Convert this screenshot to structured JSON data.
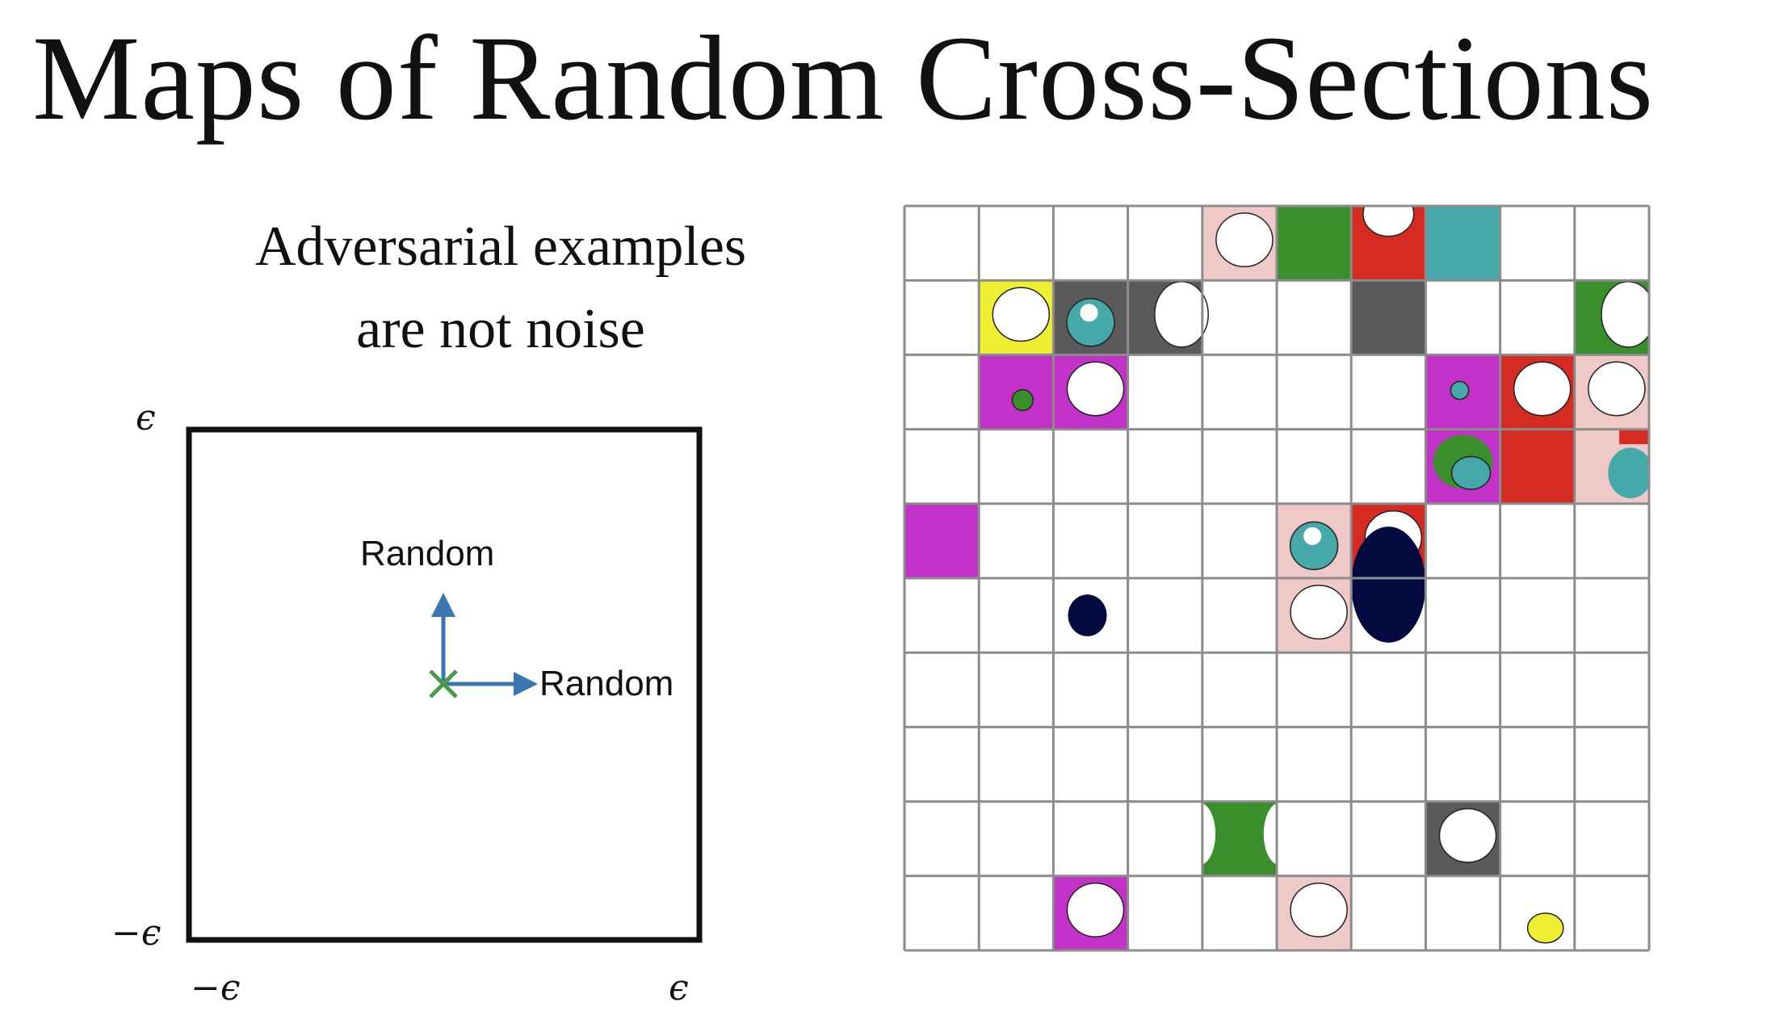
{
  "title": "Maps of Random Cross-Sections",
  "subtitle": {
    "line1": "Adversarial examples",
    "line2": "are not noise"
  },
  "left_plot": {
    "axis_labels": {
      "top_left": "ϵ",
      "bottom_left": "−ϵ",
      "bottom_x_left": "−ϵ",
      "bottom_x_right": "ϵ"
    },
    "arrow_vertical_label": "Random",
    "arrow_horizontal_label": "Random",
    "arrow_color": "#3a76b0",
    "origin_marker_color": "#4a9a4a"
  },
  "grid": {
    "rows": 10,
    "cols": 10,
    "line_color": "#8c8c8c",
    "colors": {
      "green": "#3a8f2c",
      "red": "#d42b22",
      "teal": "#45a9a9",
      "yellow": "#eeee33",
      "gray": "#5a5a5a",
      "magenta": "#c232c8",
      "pink": "#efc8c8",
      "navy": "#050a40"
    },
    "filled_cells": [
      {
        "r": 0,
        "c": 4,
        "fill": "pink",
        "blob": "white"
      },
      {
        "r": 0,
        "c": 5,
        "fill": "green"
      },
      {
        "r": 0,
        "c": 6,
        "fill": "red",
        "blob": "white-top"
      },
      {
        "r": 0,
        "c": 7,
        "fill": "teal"
      },
      {
        "r": 1,
        "c": 1,
        "fill": "yellow",
        "blob": "white"
      },
      {
        "r": 1,
        "c": 2,
        "fill": "gray",
        "blob": "teal-circle"
      },
      {
        "r": 1,
        "c": 3,
        "fill": "gray",
        "blob": "white-right"
      },
      {
        "r": 1,
        "c": 6,
        "fill": "gray"
      },
      {
        "r": 1,
        "c": 9,
        "fill": "green",
        "blob": "white-right"
      },
      {
        "r": 2,
        "c": 1,
        "fill": "magenta",
        "blob": "green-dot"
      },
      {
        "r": 2,
        "c": 2,
        "fill": "magenta",
        "blob": "white"
      },
      {
        "r": 2,
        "c": 7,
        "fill": "magenta",
        "blob": "teal-dot"
      },
      {
        "r": 2,
        "c": 8,
        "fill": "red",
        "blob": "white"
      },
      {
        "r": 2,
        "c": 9,
        "fill": "pink",
        "blob": "white"
      },
      {
        "r": 3,
        "c": 7,
        "fill": "magenta",
        "blob": "teal-green"
      },
      {
        "r": 3,
        "c": 8,
        "fill": "red"
      },
      {
        "r": 3,
        "c": 9,
        "fill": "pink",
        "blob": "teal-right"
      },
      {
        "r": 4,
        "c": 0,
        "fill": "magenta"
      },
      {
        "r": 4,
        "c": 5,
        "fill": "pink",
        "blob": "teal-circle"
      },
      {
        "r": 4,
        "c": 6,
        "fill": "red",
        "blob": "white"
      },
      {
        "r": 5,
        "c": 2,
        "fill": "none",
        "blob": "navy-dot"
      },
      {
        "r": 5,
        "c": 5,
        "fill": "pink",
        "blob": "white"
      },
      {
        "r": 5,
        "c": 6,
        "fill": "none",
        "blob": "navy-blob"
      },
      {
        "r": 8,
        "c": 4,
        "fill": "green",
        "blob": "white-sides"
      },
      {
        "r": 8,
        "c": 7,
        "fill": "gray",
        "blob": "white"
      },
      {
        "r": 9,
        "c": 2,
        "fill": "magenta",
        "blob": "white"
      },
      {
        "r": 9,
        "c": 5,
        "fill": "pink",
        "blob": "white"
      },
      {
        "r": 9,
        "c": 8,
        "fill": "none",
        "blob": "yellow-dot"
      }
    ]
  }
}
